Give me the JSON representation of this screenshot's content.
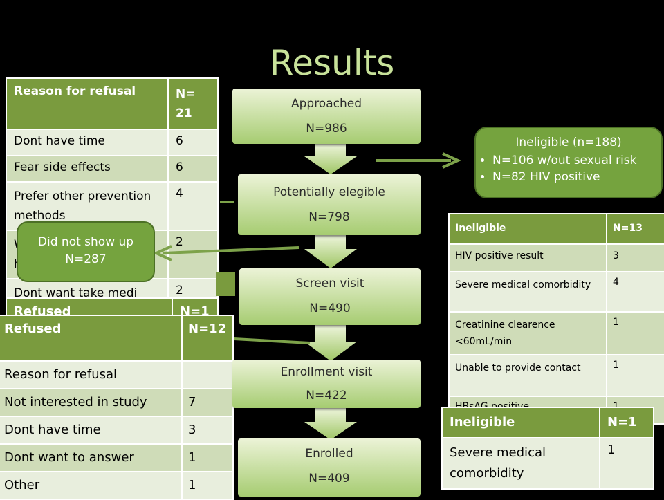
{
  "title": "Results",
  "refusal_table_top": {
    "header": [
      "Reason for refusal",
      "N= 21"
    ],
    "rows": [
      [
        "Dont have time",
        "6"
      ],
      [
        "Fear side effects",
        "6"
      ],
      [
        "Prefer other prevention methods",
        "4"
      ],
      [
        "W",
        "2"
      ],
      [
        "Dont want take medi",
        "2"
      ]
    ],
    "row4_line2": "h"
  },
  "refused_hidden_header": [
    "Refused",
    "N=1"
  ],
  "refused_table": {
    "header": [
      "Refused",
      "N=12"
    ],
    "rows": [
      [
        "Reason for refusal",
        ""
      ],
      [
        "Not interested in study",
        "7"
      ],
      [
        "Dont have time",
        "3"
      ],
      [
        "Dont want to answer",
        "1"
      ],
      [
        "Other",
        "1"
      ]
    ]
  },
  "flow": [
    {
      "label": "Approached",
      "value": "N=986"
    },
    {
      "label": "Potentially elegible",
      "value": "N=798"
    },
    {
      "label": "Screen visit",
      "value": "N=490"
    },
    {
      "label": "Enrollment visit",
      "value": "N=422"
    },
    {
      "label": "Enrolled",
      "value": "N=409"
    }
  ],
  "ineligible_callout": {
    "heading": "Ineligible (n=188)",
    "bullets": [
      "N=106 w/out sexual risk",
      "N=82 HIV positive"
    ]
  },
  "did_not_show": {
    "line1": "Did not show up",
    "line2": "N=287"
  },
  "ineligible_table_13": {
    "header": [
      "Ineligible",
      "N=13"
    ],
    "rows": [
      [
        "HIV positive result",
        "3"
      ],
      [
        "Severe medical comorbidity",
        "4"
      ],
      [
        "Creatinine clearence <60mL/min",
        "1"
      ],
      [
        "Unable to provide contact",
        "1"
      ],
      [
        "HBsAG positive",
        "1"
      ]
    ]
  },
  "ineligible_table_1": {
    "header": [
      "Ineligible",
      "N=1"
    ],
    "rows": [
      [
        "Severe medical comorbidity",
        "1"
      ]
    ]
  },
  "colors": {
    "title": "#c8e29a",
    "header_green": "#7a9b3e",
    "row_light": "#e8eedd",
    "row_mid": "#cfdcb8",
    "callout_green": "#75a33e",
    "connector": "#7da24a"
  }
}
